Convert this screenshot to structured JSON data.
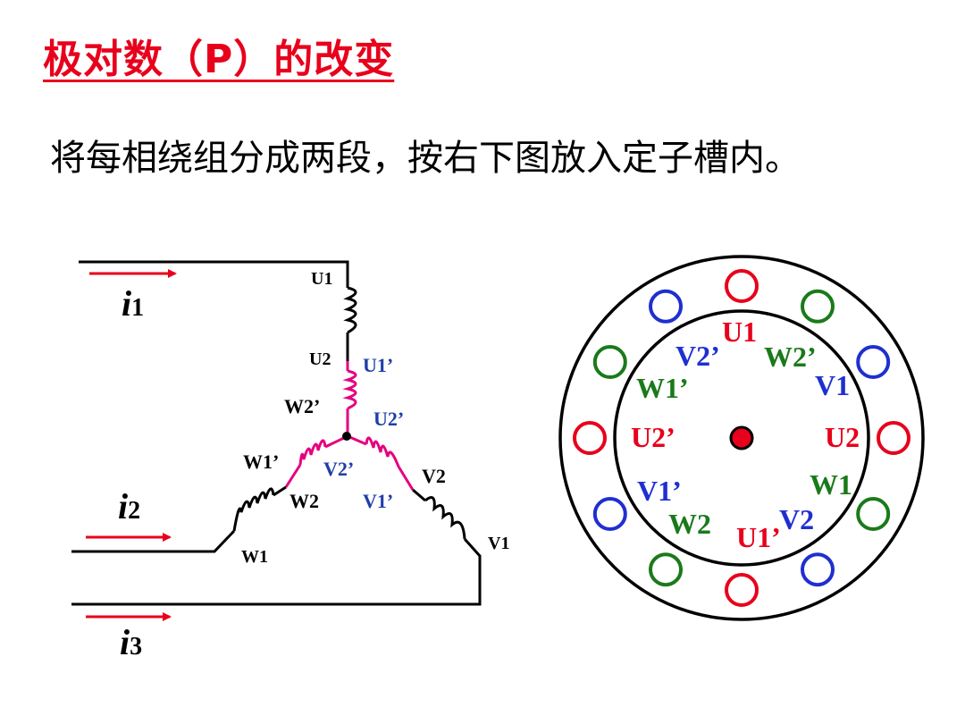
{
  "title": "极对数（P）的改变",
  "subtitle": "将每相绕组分成两段，按右下图放入定子槽内。",
  "colors": {
    "title": "#e8001c",
    "arrow": "#e8001c",
    "coil_black": "#000000",
    "coil_pink": "#e6007e",
    "label_blue": "#1f3ea8",
    "U": "#e8001c",
    "V": "#1f2fd0",
    "W": "#1a7a1a"
  },
  "circuit": {
    "currents": [
      {
        "letter": "i",
        "index": "1"
      },
      {
        "letter": "i",
        "index": "2"
      },
      {
        "letter": "i",
        "index": "3"
      }
    ],
    "labels": {
      "U1": "U1",
      "U2": "U2",
      "U1p": "U1’",
      "W2p": "W2’",
      "U2p": "U2’",
      "W1p": "W1’",
      "V2p": "V2’",
      "V2": "V2",
      "W2": "W2",
      "V1p": "V1’",
      "W1": "W1",
      "V1": "V1"
    }
  },
  "stator": {
    "inner_labels": [
      {
        "text": "U1",
        "color": "#e8001c"
      },
      {
        "text": "V2’",
        "color": "#1f2fd0"
      },
      {
        "text": "W2’",
        "color": "#1a7a1a"
      },
      {
        "text": "W1’",
        "color": "#1a7a1a"
      },
      {
        "text": "V1",
        "color": "#1f2fd0"
      },
      {
        "text": "U2’",
        "color": "#e8001c"
      },
      {
        "text": "U2",
        "color": "#e8001c"
      },
      {
        "text": "V1’",
        "color": "#1f2fd0"
      },
      {
        "text": "W1",
        "color": "#1a7a1a"
      },
      {
        "text": "W2",
        "color": "#1a7a1a"
      },
      {
        "text": "U1’",
        "color": "#e8001c"
      },
      {
        "text": "V2",
        "color": "#1f2fd0"
      }
    ],
    "slots": [
      {
        "phase": "U",
        "color": "#e8001c"
      },
      {
        "phase": "W",
        "color": "#1a7a1a"
      },
      {
        "phase": "V",
        "color": "#1f2fd0"
      },
      {
        "phase": "U",
        "color": "#e8001c"
      },
      {
        "phase": "W",
        "color": "#1a7a1a"
      },
      {
        "phase": "V",
        "color": "#1f2fd0"
      },
      {
        "phase": "U",
        "color": "#e8001c"
      },
      {
        "phase": "W",
        "color": "#1a7a1a"
      },
      {
        "phase": "V",
        "color": "#1f2fd0"
      },
      {
        "phase": "U",
        "color": "#e8001c"
      },
      {
        "phase": "W",
        "color": "#1a7a1a"
      },
      {
        "phase": "V",
        "color": "#1f2fd0"
      }
    ]
  }
}
